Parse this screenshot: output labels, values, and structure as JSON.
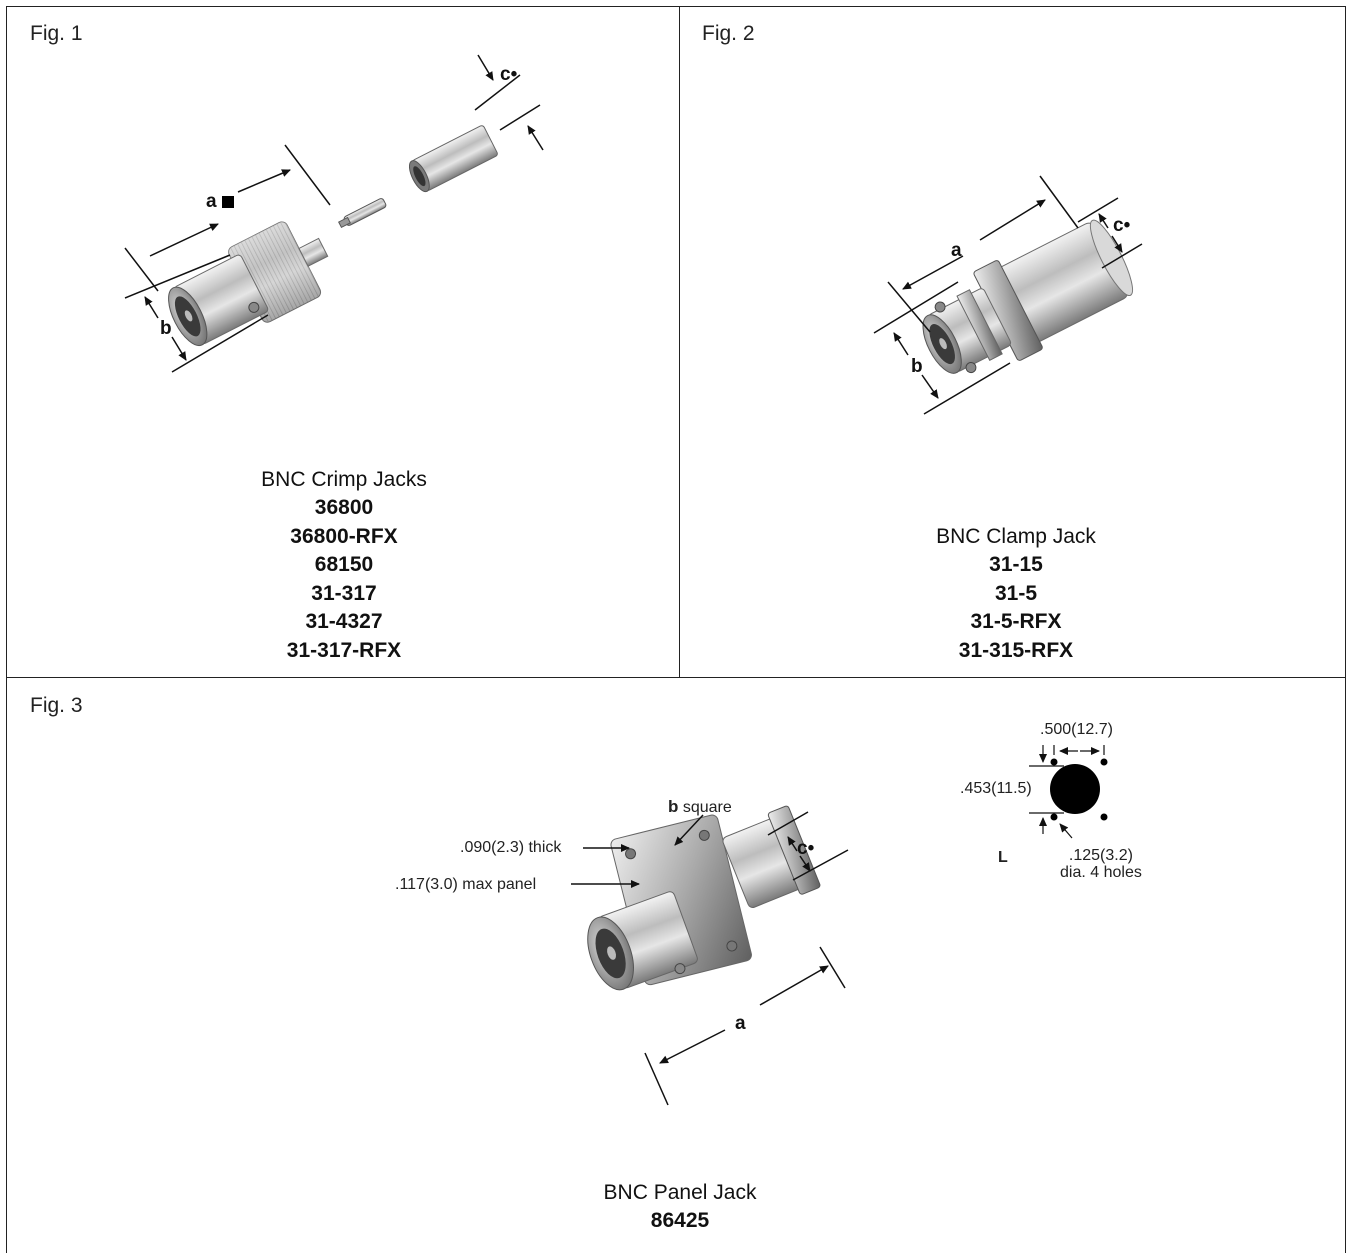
{
  "fig1": {
    "label": "Fig. 1",
    "title": "BNC Crimp Jacks",
    "part_numbers": [
      "36800",
      "36800-RFX",
      "68150",
      "31-317",
      "31-4327",
      "31-317-RFX"
    ],
    "dim_a": "a",
    "dim_b": "b",
    "dim_c": "c"
  },
  "fig2": {
    "label": "Fig. 2",
    "title": "BNC Clamp Jack",
    "part_numbers": [
      "31-15",
      "31-5",
      "31-5-RFX",
      "31-315-RFX"
    ],
    "dim_a": "a",
    "dim_b": "b",
    "dim_c": "c"
  },
  "fig3": {
    "label": "Fig. 3",
    "title": "BNC Panel Jack",
    "part_numbers": [
      "86425"
    ],
    "dim_a": "a",
    "dim_b": "b",
    "dim_b_suffix": "square",
    "dim_c": "c",
    "thick_label": ".090(2.3) thick",
    "panel_label": ".117(3.0) max panel",
    "mount": {
      "width_label": ".500(12.7)",
      "height_label": ".453(11.5)",
      "letter": "L",
      "holes_line1": ".125(3.2)",
      "holes_line2": "dia. 4 holes"
    }
  }
}
